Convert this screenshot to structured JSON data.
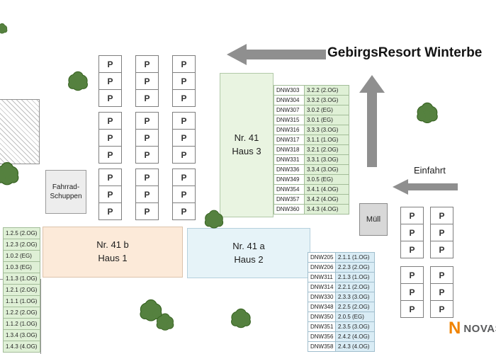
{
  "title": "GebirgsResort Winterbe",
  "labels": {
    "einfahrt": "Einfahrt",
    "muell": "Müll",
    "fahrrad_schuppen": "Fahrrad-Schuppen"
  },
  "buildings": {
    "haus3": {
      "line1": "Nr. 41",
      "line2": "Haus 3"
    },
    "haus1": {
      "line1": "Nr. 41 b",
      "line2": "Haus 1"
    },
    "haus2": {
      "line1": "Nr. 41 a",
      "line2": "Haus 2"
    }
  },
  "haus3_table": [
    {
      "code": "DNW303",
      "unit": "3.2.2 (2.OG)"
    },
    {
      "code": "DNW304",
      "unit": "3.3.2 (3.OG)"
    },
    {
      "code": "DNW307",
      "unit": "3.0.2 (EG)"
    },
    {
      "code": "DNW315",
      "unit": "3.0.1 (EG)"
    },
    {
      "code": "DNW316",
      "unit": "3.3.3 (3.OG)"
    },
    {
      "code": "DNW317",
      "unit": "3.1.1 (1.OG)"
    },
    {
      "code": "DNW318",
      "unit": "3.2.1 (2.OG)"
    },
    {
      "code": "DNW331",
      "unit": "3.3.1 (3.OG)"
    },
    {
      "code": "DNW336",
      "unit": "3.3.4 (3.OG)"
    },
    {
      "code": "DNW349",
      "unit": "3.0.5 (EG)"
    },
    {
      "code": "DNW354",
      "unit": "3.4.1 (4.OG)"
    },
    {
      "code": "DNW357",
      "unit": "3.4.2 (4.OG)"
    },
    {
      "code": "DNW360",
      "unit": "3.4.3 (4.OG)"
    }
  ],
  "haus2_table": [
    {
      "code": "DNW205",
      "unit": "2.1.1 (1.OG)"
    },
    {
      "code": "DNW206",
      "unit": "2.2.3 (2.OG)"
    },
    {
      "code": "DNW311",
      "unit": "2.1.3 (1.OG)"
    },
    {
      "code": "DNW314",
      "unit": "2.2.1 (2.OG)"
    },
    {
      "code": "DNW330",
      "unit": "2.3.3 (3.OG)"
    },
    {
      "code": "DNW348",
      "unit": "2.2.5 (2.OG)"
    },
    {
      "code": "DNW350",
      "unit": "2.0.5 (EG)"
    },
    {
      "code": "DNW351",
      "unit": "2.3.5 (3.OG)"
    },
    {
      "code": "DNW356",
      "unit": "2.4.2 (4.OG)"
    },
    {
      "code": "DNW358",
      "unit": "2.4.3 (4.OG)"
    }
  ],
  "haus1_list": [
    "1.2.5 (2.OG)",
    "1.2.3 (2.OG)",
    "1.0.2 (EG)",
    "1.0.3 (EG)",
    "1.1.3 (1.OG)",
    "1.2.1 (2.OG)",
    "1.1.1 (1.OG)",
    "1.2.2 (2.OG)",
    "1.1.2 (1.OG)",
    "1.3.4 (3.OG)",
    "1.4.3 (4.OG)"
  ],
  "parking": {
    "stall_label": "P",
    "areas": [
      {
        "name": "west-lot",
        "columns": 3,
        "groups_per_column": 3,
        "stalls_per_group": 3
      },
      {
        "name": "east-lot",
        "columns": 2,
        "groups_per_column": 2,
        "stalls_per_group": 3
      }
    ]
  },
  "logo": {
    "mark": "N",
    "text": "NOVAS"
  },
  "colors": {
    "haus3_fill": "#e9f4e1",
    "haus1_fill": "#fcead9",
    "haus2_fill": "#e6f3f8",
    "unit_green": "#dff0d6",
    "unit_blue": "#d9ecf5",
    "arrow_gray": "#8f8f8f",
    "tree_green": "#55813f",
    "logo_orange": "#f08300"
  }
}
